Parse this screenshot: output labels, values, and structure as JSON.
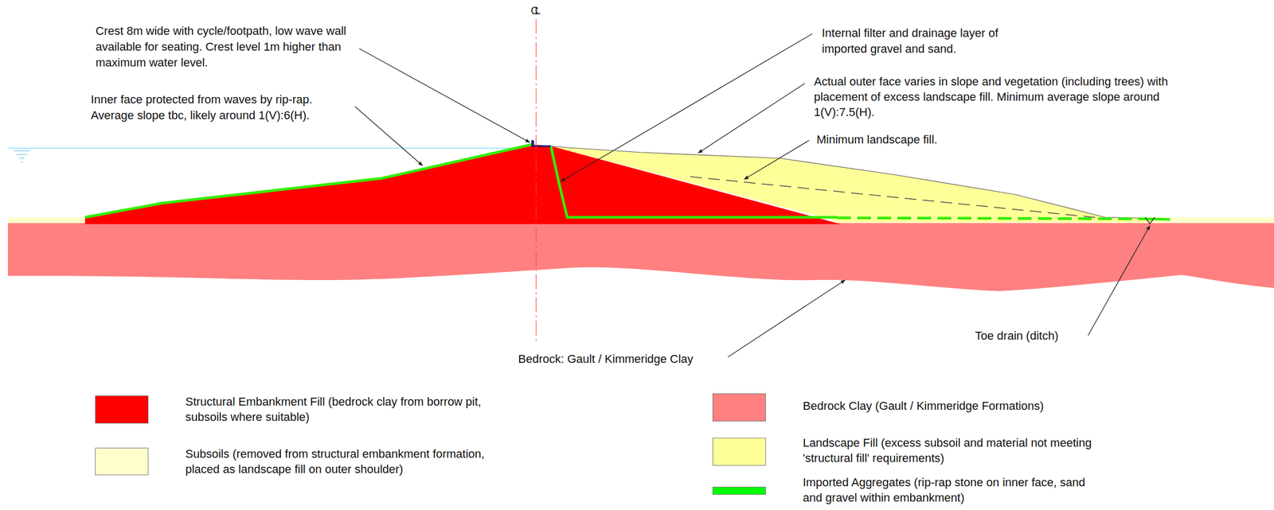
{
  "diagram": {
    "labels": [
      "CL",
      "Crest 8m wide with cycle/footpath, low wave wall available for seating. Crest level 1m higher than maximum water level.",
      "Inner face protected from waves by rip-rap. Average slope tbc, likely around 1(V):6(H).",
      "Internal filter and drainage layer of imported gravel and sand.",
      "Actual outer face varies in slope and vegetation (including trees) with placement of excess landscape fill. Minimum average slope around 1(V):7.5(H).",
      "Minimum landscape fill.",
      "Bedrock: Gault / Kimmeridge Clay",
      "Toe drain (ditch)"
    ],
    "legend": [
      {
        "text": "Structural Embankment Fill (bedrock clay from borrow pit, subsoils where suitable)",
        "color": "#ff0000"
      },
      {
        "text": "Subsoils (removed from structural embankment formation, placed as landscape fill on outer shoulder)",
        "color": "#ffffcc"
      },
      {
        "text": "Bedrock Clay (Gault / Kimmeridge Formations)",
        "color": "#ff8080"
      },
      {
        "text": "Landscape Fill (excess subsoil and material not meeting 'structural fill' requirements)",
        "color": "#ffff99"
      },
      {
        "text": "Imported Aggregates (rip-rap stone on inner face, sand and gravel within embankment)",
        "color": "#00ff00"
      }
    ]
  }
}
